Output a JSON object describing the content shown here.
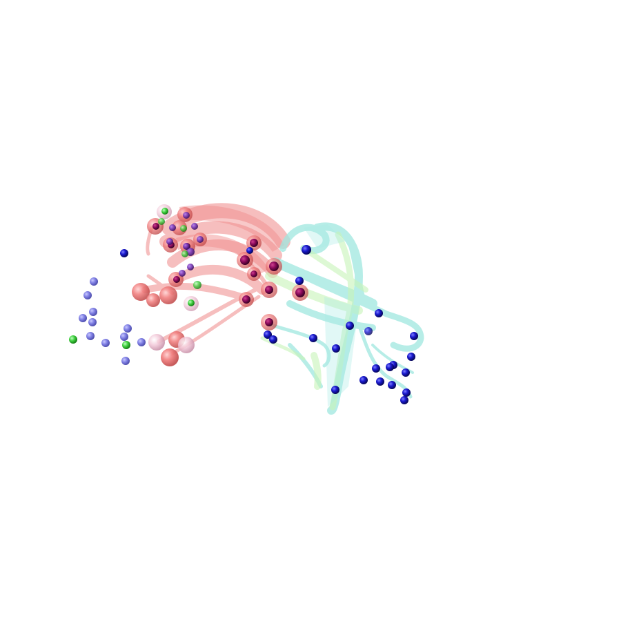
{
  "viewport": {
    "background": "#ffffff"
  },
  "structures": [
    {
      "name": "ribbon-red",
      "color": "#f08a8a"
    },
    {
      "name": "ribbon-cyan",
      "color": "#a8ece6"
    },
    {
      "name": "ribbon-green",
      "color": "#c8f5b8"
    }
  ],
  "sphere_colors": {
    "blue": "#1a1ad0",
    "light_blue": "#6a6ae0",
    "magenta": "#8a0a5a",
    "salmon": "#f07a7a",
    "pink": "#f2c8d8",
    "green": "#40d040",
    "purple": "#7a3ab8"
  }
}
